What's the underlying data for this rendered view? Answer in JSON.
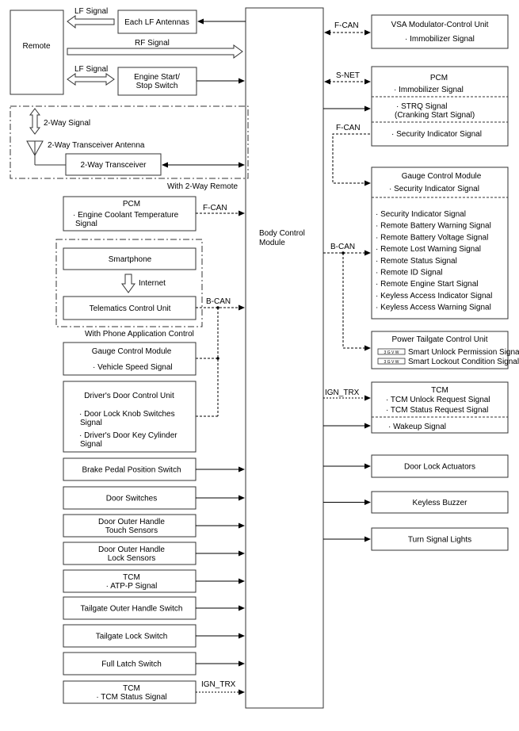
{
  "bcm": {
    "lines": [
      "Body Control",
      "Module"
    ]
  },
  "remote_section": {
    "remote": {
      "lines": [
        "Remote"
      ]
    },
    "lf_antennas": {
      "lines": [
        "Each LF Antennas"
      ]
    },
    "engine_start": {
      "lines": [
        "Engine Start/",
        "Stop Switch"
      ]
    },
    "lf_signal_top": "LF Signal",
    "rf_signal": "RF Signal",
    "lf_signal_bottom": "LF Signal",
    "two_way_signal": "2-Way Signal",
    "two_way_antenna": "2-Way Transceiver Antenna",
    "two_way_transceiver": {
      "lines": [
        "2-Way Transceiver"
      ]
    },
    "with_two_way_remote": "With 2-Way Remote"
  },
  "left_blocks": {
    "pcm": {
      "lines": [
        "PCM",
        "· Engine Coolant Temperature",
        "Signal"
      ]
    },
    "smartphone": {
      "lines": [
        "Smartphone"
      ]
    },
    "internet": "Internet",
    "tcu": {
      "lines": [
        "Telematics Control Unit"
      ]
    },
    "with_phone_app": "With Phone Application Control",
    "gauge": {
      "lines": [
        "Gauge Control Module",
        "· Vehicle Speed Signal"
      ]
    },
    "drivers_door": {
      "lines": [
        "Driver's Door Control Unit",
        "· Door Lock Knob Switches",
        "Signal",
        "· Driver's Door Key Cylinder",
        "Signal"
      ]
    },
    "brake": {
      "lines": [
        "Brake Pedal Position Switch"
      ]
    },
    "door_switches": {
      "lines": [
        "Door Switches"
      ]
    },
    "touch_sensors": {
      "lines": [
        "Door Outer Handle",
        "Touch Sensors"
      ]
    },
    "lock_sensors": {
      "lines": [
        "Door Outer Handle",
        "Lock Sensors"
      ]
    },
    "tcm_atp": {
      "lines": [
        "TCM",
        "· ATP-P Signal"
      ]
    },
    "tailgate_outer": {
      "lines": [
        "Tailgate Outer Handle Switch"
      ]
    },
    "tailgate_lock": {
      "lines": [
        "Tailgate Lock Switch"
      ]
    },
    "full_latch": {
      "lines": [
        "Full Latch Switch"
      ]
    },
    "tcm_status": {
      "lines": [
        "TCM",
        "· TCM Status Signal"
      ]
    }
  },
  "right_blocks": {
    "vsa": {
      "lines": [
        "VSA Modulator-Control Unit",
        "· Immobilizer Signal"
      ]
    },
    "pcm": {
      "title": "PCM",
      "sections": [
        [
          "· Immobilizer Signal"
        ],
        [
          "· STRQ Signal",
          "(Cranking Start Signal)"
        ],
        [
          "· Security Indicator Signal"
        ]
      ]
    },
    "gauge": {
      "title": "Gauge Control Module",
      "sections": [
        [
          "· Security Indicator Signal"
        ],
        [
          "· Security Indicator Signal",
          "· Remote Battery Warning Signal",
          "· Remote Battery Voltage Signal",
          "· Remote Lost Warning Signal",
          "· Remote Status Signal",
          "· Remote ID Signal",
          "· Remote Engine Start Signal",
          "· Keyless Access Indicator Signal",
          "· Keyless Access Warning Signal"
        ]
      ]
    },
    "power_tailgate": {
      "title": "Power Tailgate Control Unit",
      "items": [
        "Smart Unlock Permission Signal",
        "Smart Lockout Condition Signal"
      ],
      "chip_text": "3 G V W"
    },
    "tcm": {
      "title": "TCM",
      "sections": [
        [
          "· TCM Unlock Request Signal",
          "· TCM Status Request Signal"
        ],
        [
          "· Wakeup Signal"
        ]
      ]
    },
    "door_lock_actuators": {
      "lines": [
        "Door Lock Actuators"
      ]
    },
    "keyless_buzzer": {
      "lines": [
        "Keyless Buzzer"
      ]
    },
    "turn_signal": {
      "lines": [
        "Turn Signal Lights"
      ]
    }
  },
  "buses": {
    "fcan_vsa": "F-CAN",
    "snet": "S-NET",
    "fcan_pcm": "F-CAN",
    "bcan_right": "B-CAN",
    "ign_trx_right": "IGN_TRX",
    "fcan_left": "F-CAN",
    "bcan_left": "B-CAN",
    "ign_trx_left": "IGN_TRX"
  }
}
